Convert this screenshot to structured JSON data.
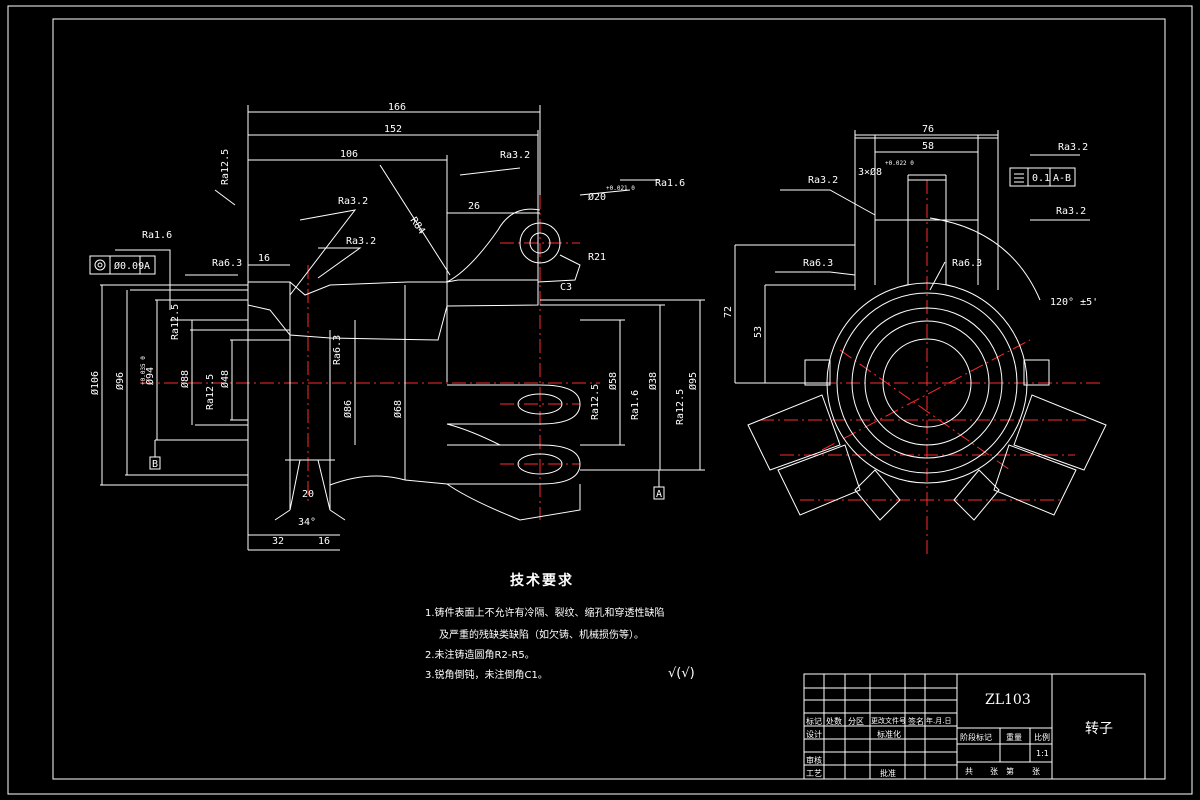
{
  "notes": {
    "title": "技术要求",
    "items": [
      "1.铸件表面上不允许有冷隔、裂纹、缩孔和穿透性缺陷",
      "及严重的残缺类缺陷（如欠铸、机械损伤等）。",
      "2.未注铸造圆角R2-R5。",
      "3.锐角倒钝，未注倒角C1。"
    ],
    "roughness_symbol": "√(√)"
  },
  "title_block": {
    "material": "ZL103",
    "part_name": "转子",
    "scale": "1:1",
    "labels": {
      "mark": "标记",
      "count": "处数",
      "zone": "分区",
      "doc_no": "更改文件号",
      "sign": "签名",
      "date": "年.月.日",
      "design": "设计",
      "standardize": "标准化",
      "stage_mark": "阶段标记",
      "weight": "重量",
      "ratio": "比例",
      "review": "审核",
      "process": "工艺",
      "approve": "批准",
      "total": "共",
      "sheet": "张",
      "page": "第",
      "page_unit": "张"
    }
  },
  "dims": {
    "d166": "166",
    "d152": "152",
    "d106": "106",
    "d26": "26",
    "d16": "16",
    "d20": "20",
    "d32": "32",
    "d16b": "16",
    "ang34": "34°",
    "r84": "R84",
    "r21": "R21",
    "c3": "C3",
    "hole20": "Ø20",
    "hole20tol": "+0.021 0",
    "phi106": "Ø106",
    "phi96": "Ø96",
    "phi94": "Ø94",
    "phi88": "Ø88",
    "phi48": "Ø48",
    "phi86": "Ø86",
    "phi68": "Ø68",
    "phi58": "Ø58",
    "phi38": "Ø38",
    "phi95": "Ø95",
    "d76": "76",
    "d58": "58",
    "d72": "72",
    "d53": "53",
    "slot": "3×Ø8",
    "slottol": "+0.022 0",
    "ang120": "120° ±5'",
    "tol_h7": "+0.035 0"
  },
  "roughness": {
    "ra16a": "Ra1.6",
    "ra63a": "Ra6.3",
    "ra125a": "Ra12.5",
    "ra32a": "Ra3.2",
    "ra32b": "Ra3.2",
    "ra32c": "Ra3.2",
    "ra16b": "Ra1.6",
    "ra125b": "Ra12.5",
    "ra125c": "Ra12.5",
    "ra63b": "Ra6.3",
    "ra125d": "Ra12.5",
    "ra16c": "Ra1.6",
    "ra125e": "Ra12.5",
    "ra32d": "Ra3.2",
    "ra63c": "Ra6.3",
    "ra63d": "Ra6.3",
    "ra32e": "Ra3.2",
    "ra32f": "Ra3.2"
  },
  "gdt": {
    "coax_value": "Ø0.09",
    "coax_datum": "A",
    "par_value": "0.1",
    "par_datum": "A-B",
    "datum_a": "A",
    "datum_b": "B"
  }
}
